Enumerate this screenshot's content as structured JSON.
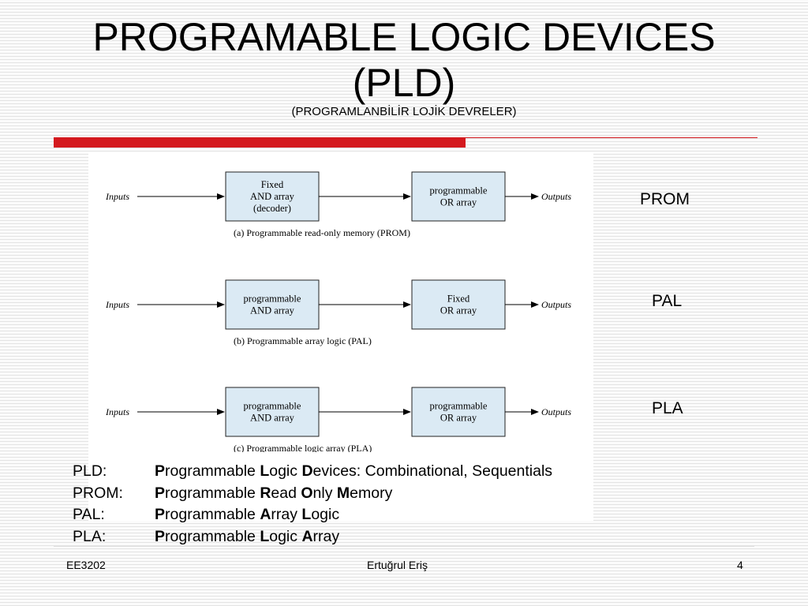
{
  "slide": {
    "title_line1": "PROGRAMABLE LOGIC DEVICES",
    "title_line2": "(PLD)",
    "subtitle": "(PROGRAMLANBİLİR LOJİK DEVRELER)"
  },
  "colors": {
    "accent_rule": "#d4191e",
    "diagram_box_fill": "#dbeaf4"
  },
  "diagram": {
    "rows": [
      {
        "id": "prom",
        "input_label": "Inputs",
        "output_label": "Outputs",
        "and_box": [
          "Fixed",
          "AND array",
          "(decoder)"
        ],
        "or_box": [
          "programmable",
          "OR array"
        ],
        "caption": "(a) Programmable read-only memory (PROM)"
      },
      {
        "id": "pal",
        "input_label": "Inputs",
        "output_label": "Outputs",
        "and_box": [
          "programmable",
          "AND array"
        ],
        "or_box": [
          "Fixed",
          "OR array"
        ],
        "caption": "(b) Programmable array logic (PAL)"
      },
      {
        "id": "pla",
        "input_label": "Inputs",
        "output_label": "Outputs",
        "and_box": [
          "programmable",
          "AND array"
        ],
        "or_box": [
          "programmable",
          "OR array"
        ],
        "caption": "(c) Programmable logic array (PLA)"
      }
    ]
  },
  "side_labels": {
    "prom": "PROM",
    "pal": "PAL",
    "pla": "PLA"
  },
  "definitions": [
    {
      "key": "PLD:",
      "parts": [
        {
          "b": "P",
          "t": "rogrammable "
        },
        {
          "b": "L",
          "t": "ogic "
        },
        {
          "b": "D",
          "t": "evices: Combinational, Sequentials"
        }
      ]
    },
    {
      "key": "PROM:",
      "parts": [
        {
          "b": "P",
          "t": "rogrammable "
        },
        {
          "b": "R",
          "t": "ead "
        },
        {
          "b": "O",
          "t": "nly "
        },
        {
          "b": "M",
          "t": "emory"
        }
      ]
    },
    {
      "key": "PAL:",
      "parts": [
        {
          "b": "P",
          "t": "rogrammable "
        },
        {
          "b": "A",
          "t": "rray "
        },
        {
          "b": "L",
          "t": "ogic"
        }
      ]
    },
    {
      "key": "PLA:",
      "parts": [
        {
          "b": "P",
          "t": "rogrammable "
        },
        {
          "b": "L",
          "t": "ogic "
        },
        {
          "b": "A",
          "t": "rray"
        }
      ]
    }
  ],
  "footer": {
    "course": "EE3202",
    "author": "Ertuğrul Eriş",
    "page_number": "4"
  }
}
